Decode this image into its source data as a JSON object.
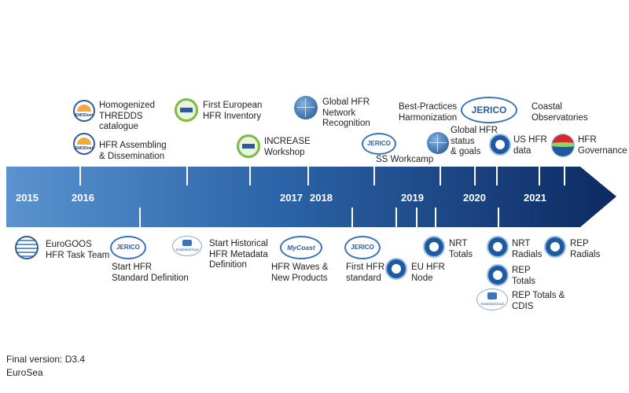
{
  "timeline": {
    "years": [
      "2015",
      "2016",
      "2017",
      "2018",
      "2019",
      "2020",
      "2021"
    ],
    "colors": {
      "arrow_light": "#5b92cf",
      "arrow_dark": "#0d2a61",
      "tick": "#ffffff",
      "text": "#1f1f1f"
    }
  },
  "upper_events": [
    {
      "lines": [
        "Homogenized",
        "THREDDS",
        "catalogue"
      ],
      "icon": "emodnet-logo",
      "logo_text": "EMODnet"
    },
    {
      "lines": [
        "HFR Assembling",
        "& Dissemination"
      ],
      "icon": "emodnet-logo",
      "logo_text": "EMODnet"
    },
    {
      "lines": [
        "First European",
        "HFR Inventory"
      ],
      "icon": "green-circle-logo"
    },
    {
      "lines": [
        "INCREASE",
        "Workshop"
      ],
      "icon": "green-circle-logo"
    },
    {
      "lines": [
        "Global HFR",
        "Network",
        "Recognition"
      ],
      "icon": "globe-logo"
    },
    {
      "lines": [
        "SS Workcamp"
      ],
      "icon": "jerico-logo",
      "logo_text": "JERICO"
    },
    {
      "lines": [
        "Best-Practices",
        "Harmonization"
      ],
      "icon": "none"
    },
    {
      "lines": [
        "Coastal",
        "Observatories"
      ],
      "icon": "jerico-s3-logo",
      "logo_text": "JERICO"
    },
    {
      "lines": [
        "Global HFR",
        "status",
        "& goals"
      ],
      "icon": "globe-logo"
    },
    {
      "lines": [
        "US HFR",
        "data"
      ],
      "icon": "blue-badge-logo"
    },
    {
      "lines": [
        "HFR",
        "Governance"
      ],
      "icon": "governance-logo"
    }
  ],
  "lower_events": [
    {
      "lines": [
        "EuroGOOS",
        "HFR Task Team"
      ],
      "icon": "eurogoos-logo"
    },
    {
      "lines": [
        "Start HFR",
        "Standard Definition"
      ],
      "icon": "jerico-logo",
      "logo_text": "JERICO"
    },
    {
      "lines": [
        "Start Historical",
        "HFR Metadata",
        "Definition"
      ],
      "icon": "seadatacloud-logo",
      "logo_text": "SeaDataCloud"
    },
    {
      "lines": [
        "HFR Waves &",
        "New Products"
      ],
      "icon": "mycoast-logo",
      "logo_text": "MyCoast"
    },
    {
      "lines": [
        "First HFR",
        "standard"
      ],
      "icon": "jerico-logo",
      "logo_text": "JERICO"
    },
    {
      "lines": [
        "EU HFR",
        "Node"
      ],
      "icon": "blue-badge-logo"
    },
    {
      "lines": [
        "NRT",
        "Totals"
      ],
      "icon": "blue-badge-logo"
    },
    {
      "lines": [
        "NRT",
        "Radials"
      ],
      "icon": "blue-badge-logo"
    },
    {
      "lines": [
        "REP",
        "Radials"
      ],
      "icon": "blue-badge-logo"
    },
    {
      "lines": [
        "REP",
        "Totals"
      ],
      "icon": "blue-badge-logo"
    },
    {
      "lines": [
        "REP Totals &",
        "CDIS"
      ],
      "icon": "seadatacloud-logo",
      "logo_text": "SeaDataCloud"
    }
  ],
  "footer": {
    "line1": "Final version: D3.4",
    "line2": "EuroSea"
  }
}
